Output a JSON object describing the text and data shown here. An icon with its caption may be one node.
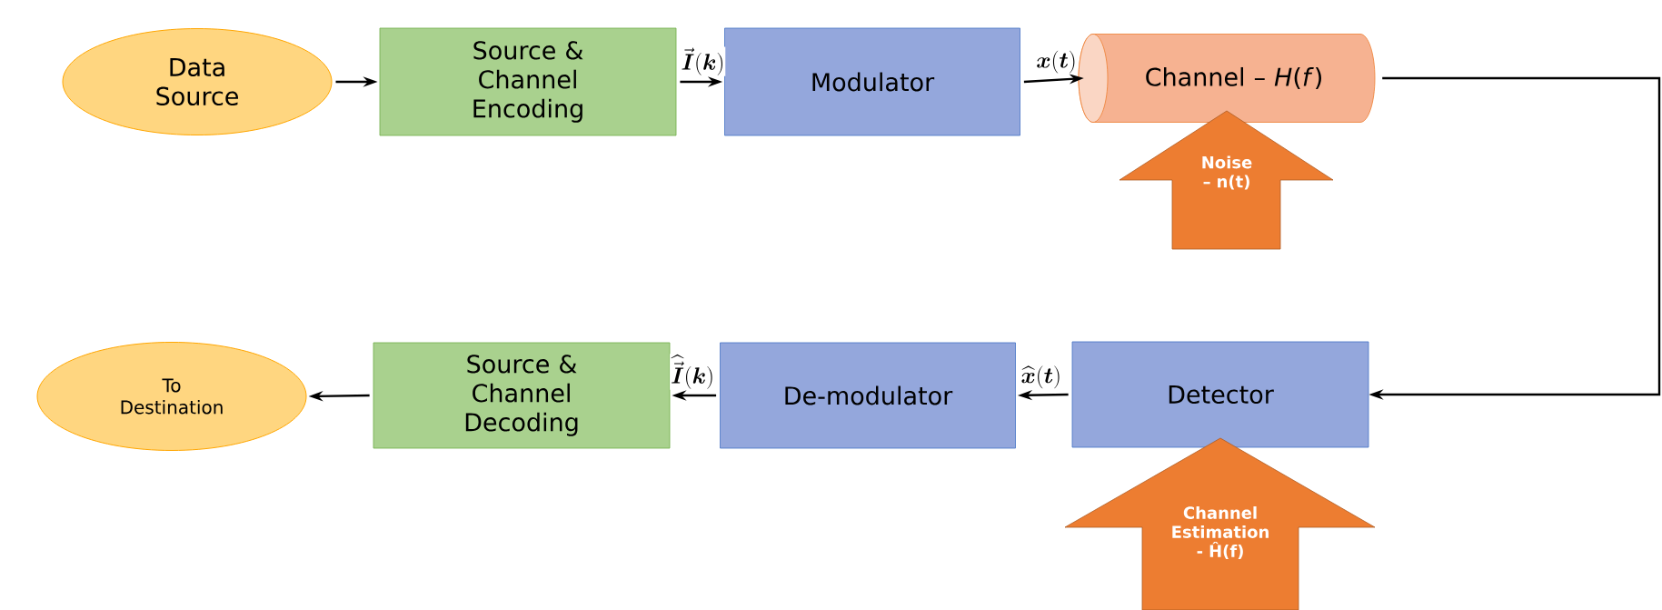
{
  "diagram": {
    "nodes": [
      {
        "text": [
          "Data Source"
        ]
      },
      {
        "text": [
          "Source & Channel Encoding"
        ]
      },
      {
        "text": [
          "Modulator"
        ]
      },
      {
        "text": [
          "Channel – *H*(*f*)"
        ]
      },
      {
        "text": [
          "Noise – n(t)"
        ]
      },
      {
        "text": [
          "Detector"
        ]
      },
      {
        "text": [
          "De-modulator"
        ]
      },
      {
        "text": [
          "Source & Channel Decoding"
        ]
      },
      {
        "text": [
          "To Destination"
        ]
      },
      {
        "text": [
          "Channel Estimation - Ĥ(f)"
        ]
      }
    ],
    "edges": [
      {
        "from": 0,
        "to": 1,
        "arrow": "to"
      },
      {
        "from": 1,
        "to": 2,
        "arrow": "to",
        "label": "\\vec{\\boldsymbol{I}}(\\boldsymbol{k})"
      },
      {
        "from": 2,
        "to": 3,
        "arrow": "to",
        "label": "\\boldsymbol{x}(\\boldsymbol{t})"
      },
      {
        "from": 3,
        "to": 5,
        "arrow": "to"
      },
      {
        "from": 5,
        "to": 6,
        "arrow": "to",
        "label": "\\widehat{\\boldsymbol{x}}(\\boldsymbol{t})"
      },
      {
        "from": 6,
        "to": 7,
        "arrow": "to",
        "label": "\\widehat{\\vec{\\boldsymbol{I}}}(\\boldsymbol{k})"
      },
      {
        "from": 7,
        "to": 8,
        "arrow": "to"
      }
    ]
  }
}
